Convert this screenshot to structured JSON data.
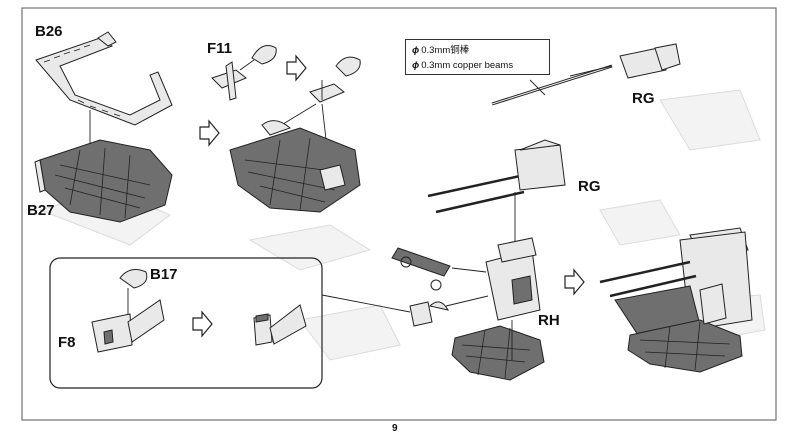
{
  "labels": {
    "b26": "B26",
    "f11": "F11",
    "b27": "B27",
    "b17": "B17",
    "f8": "F8",
    "rg_top": "RG",
    "rg_mid": "RG",
    "rh": "RH"
  },
  "note": {
    "line1": "0.3mm铜棒",
    "line2": "0.3mm copper beams",
    "symbol": "ϕ"
  },
  "page_number": "9"
}
